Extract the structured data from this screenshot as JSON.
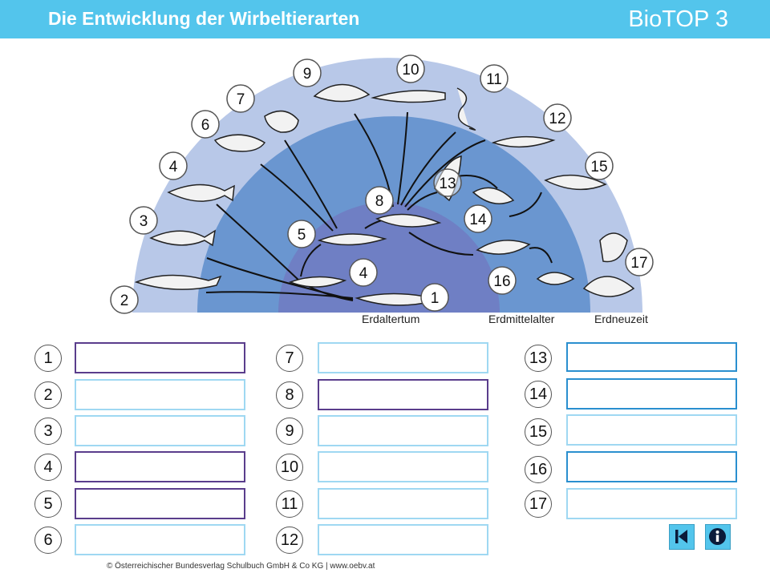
{
  "header": {
    "title": "Die Entwicklung der Wirbeltierarten",
    "brand": "BioTOP 3",
    "color": "#53c5ec"
  },
  "diagram": {
    "eras": [
      "Erdaltertum",
      "Erdmittelalter",
      "Erdneuzeit"
    ],
    "arc_colors": [
      "#b8c8e8",
      "#6a96d0",
      "#6f7fc4"
    ],
    "labels": [
      "1",
      "2",
      "3",
      "4",
      "4",
      "5",
      "6",
      "7",
      "8",
      "9",
      "10",
      "11",
      "12",
      "13",
      "14",
      "15",
      "16",
      "17"
    ]
  },
  "answers": {
    "numbers": [
      "1",
      "2",
      "3",
      "4",
      "5",
      "6",
      "7",
      "8",
      "9",
      "10",
      "11",
      "12",
      "13",
      "14",
      "15",
      "16",
      "17"
    ]
  },
  "nav": {
    "back_icon": "skip-back-icon",
    "info_icon": "info-icon"
  },
  "footer": {
    "copyright": "© Österreichischer Bundesverlag Schulbuch GmbH & Co KG | www.oebv.at"
  }
}
